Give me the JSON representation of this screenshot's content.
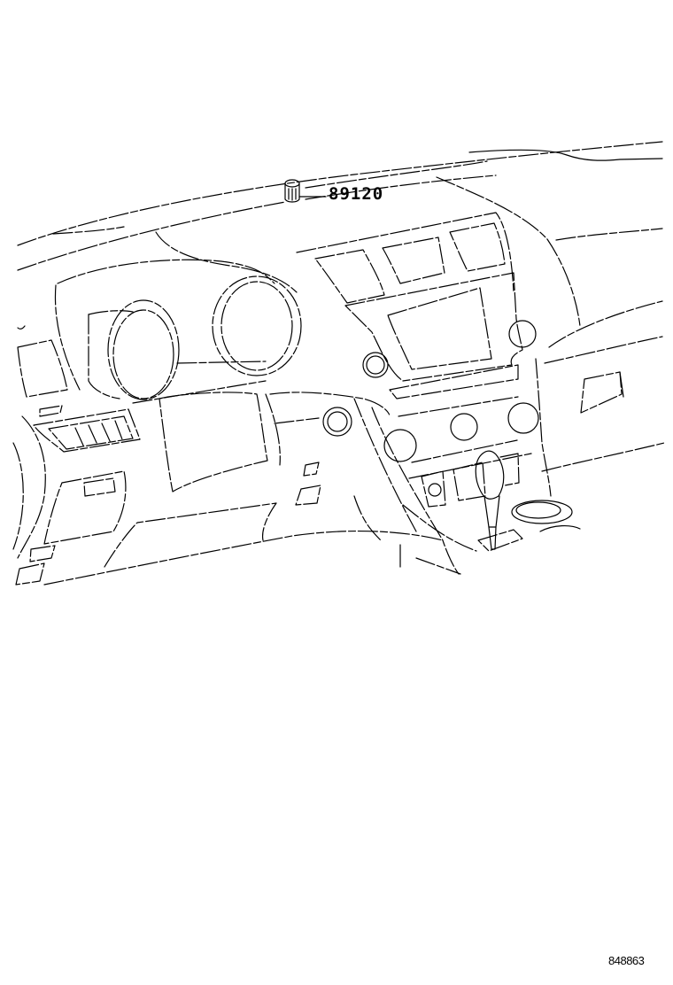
{
  "diagram": {
    "subject": "Instrument panel / dashboard line drawing",
    "callouts": [
      {
        "part_number": "89120",
        "target": "dashboard-top-sensor"
      }
    ],
    "illustration_number": "848863",
    "colors": {
      "line": "#000000",
      "background": "#ffffff"
    }
  }
}
